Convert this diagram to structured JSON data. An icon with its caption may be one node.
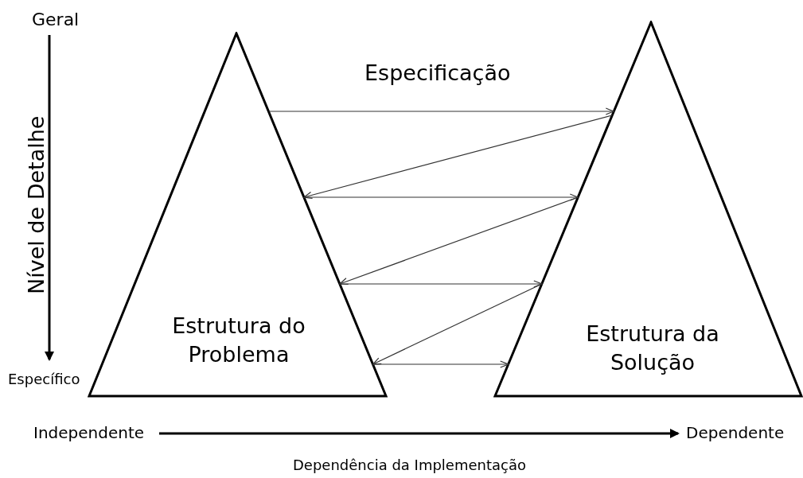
{
  "diagram": {
    "nodes": [
      {
        "text": [
          "Estrutura do Problema"
        ]
      },
      {
        "text": [
          "Estrutura da Solução"
        ]
      }
    ],
    "edges": [
      {
        "from": 0,
        "to": 1,
        "arrow": "to"
      },
      {
        "from": 1,
        "to": 0,
        "arrow": "to"
      },
      {
        "from": 0,
        "to": 1,
        "arrow": "to"
      },
      {
        "from": 1,
        "to": 0,
        "arrow": "to"
      },
      {
        "from": 0,
        "to": 1,
        "arrow": "to"
      },
      {
        "from": 1,
        "to": 0,
        "arrow": "to"
      },
      {
        "from": 0,
        "to": 1,
        "arrow": "to"
      }
    ],
    "labels": [
      "Geral",
      "Nível de Detalhe",
      "Especificação",
      "Específico",
      "Independente",
      "Dependente",
      "Dependência da Implementação"
    ]
  }
}
